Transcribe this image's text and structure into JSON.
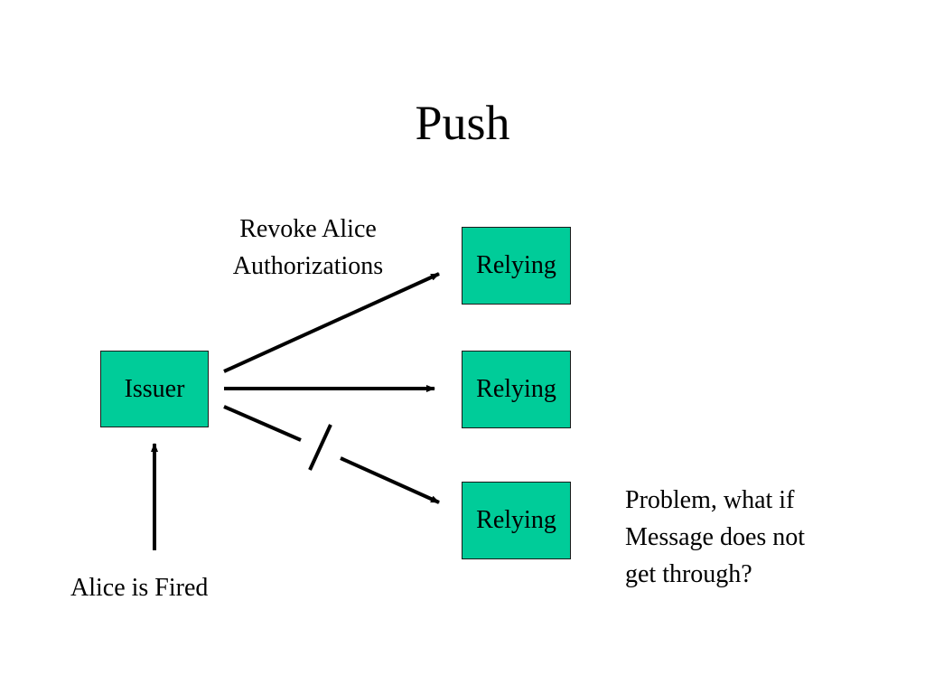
{
  "title": "Push",
  "colors": {
    "node_fill": "#00cc99",
    "line": "#000000"
  },
  "nodes": {
    "issuer": "Issuer",
    "relying_top": "Relying",
    "relying_middle": "Relying",
    "relying_bottom": "Relying"
  },
  "labels": {
    "revoke_line1": "Revoke Alice",
    "revoke_line2": "Authorizations",
    "fired": "Alice is Fired",
    "problem_line1": "Problem, what if",
    "problem_line2": "Message does not",
    "problem_line3": "get through?"
  }
}
